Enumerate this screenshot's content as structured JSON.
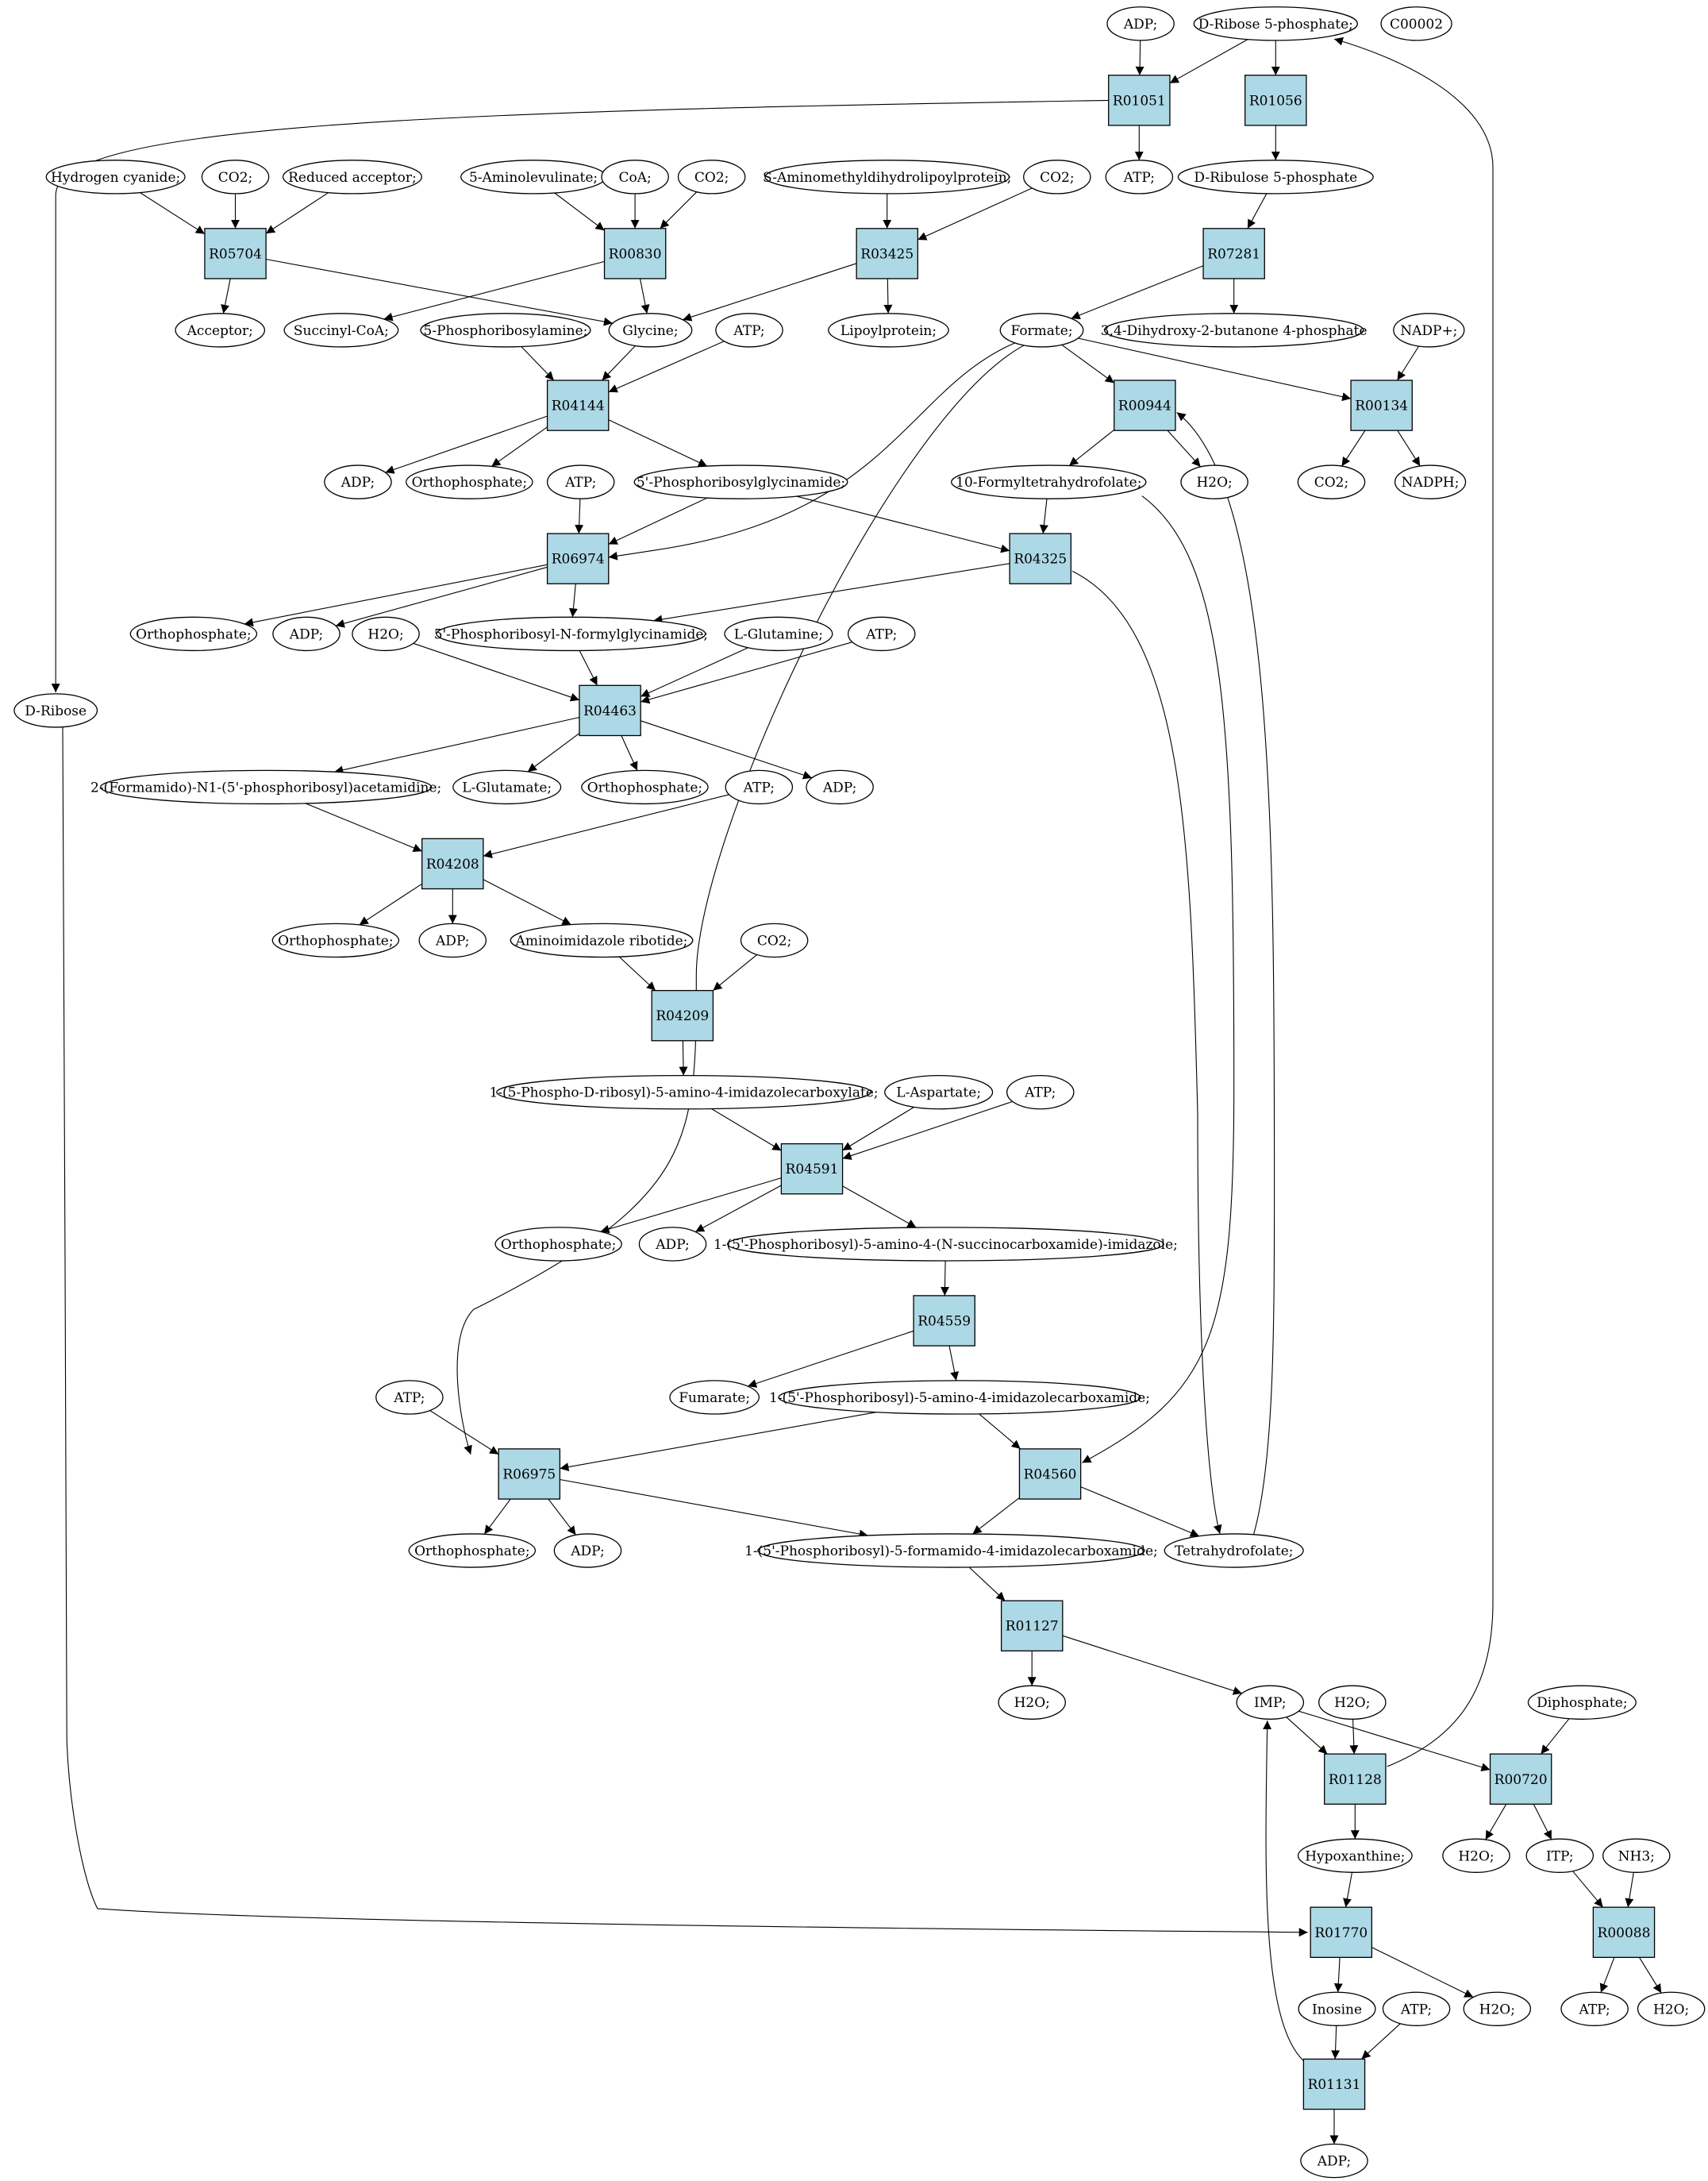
{
  "colors": {
    "reaction_fill": "#add8e6",
    "highlight_green": "#00ff00",
    "highlight_yellow": "#ffff00"
  },
  "nodes": [
    {
      "id": "adp_top",
      "label": "ADP;",
      "kind": "compound"
    },
    {
      "id": "r5p",
      "label": "D-Ribose 5-phosphate;",
      "kind": "compound",
      "color": "#00ff00"
    },
    {
      "id": "c00002",
      "label": "C00002",
      "kind": "compound",
      "color": "#ffff00"
    },
    {
      "id": "R01051",
      "label": "R01051",
      "kind": "reaction"
    },
    {
      "id": "R01056",
      "label": "R01056",
      "kind": "reaction"
    },
    {
      "id": "atp_r01051",
      "label": "ATP;",
      "kind": "compound"
    },
    {
      "id": "ribulose",
      "label": "D-Ribulose 5-phosphate",
      "kind": "compound"
    },
    {
      "id": "hcn",
      "label": "Hydrogen cyanide;",
      "kind": "compound"
    },
    {
      "id": "co2_a",
      "label": "CO2;",
      "kind": "compound"
    },
    {
      "id": "redacc",
      "label": "Reduced acceptor;",
      "kind": "compound"
    },
    {
      "id": "ala",
      "label": "5-Aminolevulinate;",
      "kind": "compound"
    },
    {
      "id": "coa",
      "label": "CoA;",
      "kind": "compound"
    },
    {
      "id": "co2_b",
      "label": "CO2;",
      "kind": "compound"
    },
    {
      "id": "smdl",
      "label": "S-Aminomethyldihydrolipoylprotein;",
      "kind": "compound"
    },
    {
      "id": "co2_c",
      "label": "CO2;",
      "kind": "compound"
    },
    {
      "id": "R05704",
      "label": "R05704",
      "kind": "reaction"
    },
    {
      "id": "R00830",
      "label": "R00830",
      "kind": "reaction"
    },
    {
      "id": "R03425",
      "label": "R03425",
      "kind": "reaction"
    },
    {
      "id": "R07281",
      "label": "R07281",
      "kind": "reaction"
    },
    {
      "id": "acceptor",
      "label": "Acceptor;",
      "kind": "compound"
    },
    {
      "id": "succoa",
      "label": "Succinyl-CoA;",
      "kind": "compound"
    },
    {
      "id": "pra",
      "label": "5-Phosphoribosylamine;",
      "kind": "compound"
    },
    {
      "id": "glycine",
      "label": "Glycine;",
      "kind": "compound"
    },
    {
      "id": "atp_r04144",
      "label": "ATP;",
      "kind": "compound"
    },
    {
      "id": "lipoyl",
      "label": "Lipoylprotein;",
      "kind": "compound"
    },
    {
      "id": "formate",
      "label": "Formate;",
      "kind": "compound"
    },
    {
      "id": "dhbp",
      "label": "3,4-Dihydroxy-2-butanone 4-phosphate",
      "kind": "compound"
    },
    {
      "id": "nadp",
      "label": "NADP+;",
      "kind": "compound"
    },
    {
      "id": "R04144",
      "label": "R04144",
      "kind": "reaction"
    },
    {
      "id": "R00944",
      "label": "R00944",
      "kind": "reaction"
    },
    {
      "id": "R00134",
      "label": "R00134",
      "kind": "reaction"
    },
    {
      "id": "adp_r04144",
      "label": "ADP;",
      "kind": "compound"
    },
    {
      "id": "pi_r04144",
      "label": "Orthophosphate;",
      "kind": "compound"
    },
    {
      "id": "atp_r06974",
      "label": "ATP;",
      "kind": "compound"
    },
    {
      "id": "gar",
      "label": "5'-Phosphoribosylglycinamide;",
      "kind": "compound"
    },
    {
      "id": "fthf",
      "label": "10-Formyltetrahydrofolate;",
      "kind": "compound"
    },
    {
      "id": "h2o_r00944",
      "label": "H2O;",
      "kind": "compound"
    },
    {
      "id": "co2_r00134",
      "label": "CO2;",
      "kind": "compound"
    },
    {
      "id": "nadph",
      "label": "NADPH;",
      "kind": "compound"
    },
    {
      "id": "R06974",
      "label": "R06974",
      "kind": "reaction"
    },
    {
      "id": "R04325",
      "label": "R04325",
      "kind": "reaction"
    },
    {
      "id": "pi_r06974",
      "label": "Orthophosphate;",
      "kind": "compound"
    },
    {
      "id": "adp_r06974",
      "label": "ADP;",
      "kind": "compound"
    },
    {
      "id": "h2o_r04463",
      "label": "H2O;",
      "kind": "compound"
    },
    {
      "id": "fgar",
      "label": "5'-Phosphoribosyl-N-formylglycinamide;",
      "kind": "compound"
    },
    {
      "id": "gln",
      "label": "L-Glutamine;",
      "kind": "compound"
    },
    {
      "id": "atp_r04463",
      "label": "ATP;",
      "kind": "compound"
    },
    {
      "id": "ribose",
      "label": "D-Ribose",
      "kind": "compound"
    },
    {
      "id": "R04463",
      "label": "R04463",
      "kind": "reaction"
    },
    {
      "id": "fgam",
      "label": "2-(Formamido)-N1-(5'-phosphoribosyl)acetamidine;",
      "kind": "compound"
    },
    {
      "id": "glu",
      "label": "L-Glutamate;",
      "kind": "compound"
    },
    {
      "id": "pi_r04463",
      "label": "Orthophosphate;",
      "kind": "compound"
    },
    {
      "id": "atp_r04208",
      "label": "ATP;",
      "kind": "compound"
    },
    {
      "id": "adp_r04463",
      "label": "ADP;",
      "kind": "compound"
    },
    {
      "id": "R04208",
      "label": "R04208",
      "kind": "reaction"
    },
    {
      "id": "pi_r04208",
      "label": "Orthophosphate;",
      "kind": "compound"
    },
    {
      "id": "adp_r04208",
      "label": "ADP;",
      "kind": "compound"
    },
    {
      "id": "air",
      "label": "Aminoimidazole ribotide;",
      "kind": "compound"
    },
    {
      "id": "co2_r04209",
      "label": "CO2;",
      "kind": "compound"
    },
    {
      "id": "R04209",
      "label": "R04209",
      "kind": "reaction"
    },
    {
      "id": "cair",
      "label": "1-(5-Phospho-D-ribosyl)-5-amino-4-imidazolecarboxylate;",
      "kind": "compound"
    },
    {
      "id": "asp",
      "label": "L-Aspartate;",
      "kind": "compound"
    },
    {
      "id": "atp_r04591",
      "label": "ATP;",
      "kind": "compound"
    },
    {
      "id": "R04591",
      "label": "R04591",
      "kind": "reaction"
    },
    {
      "id": "pi_r04591",
      "label": "Orthophosphate;",
      "kind": "compound"
    },
    {
      "id": "adp_r04591",
      "label": "ADP;",
      "kind": "compound"
    },
    {
      "id": "saicar",
      "label": "1-(5'-Phosphoribosyl)-5-amino-4-(N-succinocarboxamide)-imidazole;",
      "kind": "compound"
    },
    {
      "id": "R04559",
      "label": "R04559",
      "kind": "reaction"
    },
    {
      "id": "atp_r06975",
      "label": "ATP;",
      "kind": "compound"
    },
    {
      "id": "fumarate",
      "label": "Fumarate;",
      "kind": "compound"
    },
    {
      "id": "aicar",
      "label": "1-(5'-Phosphoribosyl)-5-amino-4-imidazolecarboxamide;",
      "kind": "compound"
    },
    {
      "id": "R06975",
      "label": "R06975",
      "kind": "reaction"
    },
    {
      "id": "R04560",
      "label": "R04560",
      "kind": "reaction"
    },
    {
      "id": "pi_r06975",
      "label": "Orthophosphate;",
      "kind": "compound"
    },
    {
      "id": "adp_r06975",
      "label": "ADP;",
      "kind": "compound"
    },
    {
      "id": "faicar",
      "label": "1-(5'-Phosphoribosyl)-5-formamido-4-imidazolecarboxamide;",
      "kind": "compound"
    },
    {
      "id": "thf",
      "label": "Tetrahydrofolate;",
      "kind": "compound"
    },
    {
      "id": "R01127",
      "label": "R01127",
      "kind": "reaction"
    },
    {
      "id": "h2o_r01127",
      "label": "H2O;",
      "kind": "compound"
    },
    {
      "id": "imp",
      "label": "IMP;",
      "kind": "compound"
    },
    {
      "id": "h2o_r01128",
      "label": "H2O;",
      "kind": "compound"
    },
    {
      "id": "ppi",
      "label": "Diphosphate;",
      "kind": "compound"
    },
    {
      "id": "R01128",
      "label": "R01128",
      "kind": "reaction"
    },
    {
      "id": "R00720",
      "label": "R00720",
      "kind": "reaction"
    },
    {
      "id": "hypox",
      "label": "Hypoxanthine;",
      "kind": "compound"
    },
    {
      "id": "h2o_r00720",
      "label": "H2O;",
      "kind": "compound"
    },
    {
      "id": "itp",
      "label": "ITP;",
      "kind": "compound"
    },
    {
      "id": "nh3",
      "label": "NH3;",
      "kind": "compound"
    },
    {
      "id": "R01770",
      "label": "R01770",
      "kind": "reaction"
    },
    {
      "id": "R00088",
      "label": "R00088",
      "kind": "reaction"
    },
    {
      "id": "inosine",
      "label": "Inosine",
      "kind": "compound"
    },
    {
      "id": "atp_r01131",
      "label": "ATP;",
      "kind": "compound"
    },
    {
      "id": "h2o_r01770",
      "label": "H2O;",
      "kind": "compound"
    },
    {
      "id": "atp_r00088",
      "label": "ATP;",
      "kind": "compound"
    },
    {
      "id": "h2o_r00088",
      "label": "H2O;",
      "kind": "compound"
    },
    {
      "id": "R01131",
      "label": "R01131",
      "kind": "reaction"
    },
    {
      "id": "adp_r01131",
      "label": "ADP;",
      "kind": "compound"
    }
  ],
  "edges": [
    [
      "adp_top",
      "R01051"
    ],
    [
      "r5p",
      "R01051"
    ],
    [
      "r5p",
      "R01056"
    ],
    [
      "R01051",
      "atp_r01051"
    ],
    [
      "R01051",
      "ribose"
    ],
    [
      "R01056",
      "ribulose"
    ],
    [
      "hcn",
      "R05704"
    ],
    [
      "co2_a",
      "R05704"
    ],
    [
      "redacc",
      "R05704"
    ],
    [
      "R05704",
      "acceptor"
    ],
    [
      "R05704",
      "glycine"
    ],
    [
      "ala",
      "R00830"
    ],
    [
      "coa",
      "R00830"
    ],
    [
      "co2_b",
      "R00830"
    ],
    [
      "R00830",
      "succoa"
    ],
    [
      "R00830",
      "glycine"
    ],
    [
      "smdl",
      "R03425"
    ],
    [
      "co2_c",
      "R03425"
    ],
    [
      "R03425",
      "lipoyl"
    ],
    [
      "R03425",
      "glycine"
    ],
    [
      "ribulose",
      "R07281"
    ],
    [
      "R07281",
      "formate"
    ],
    [
      "R07281",
      "dhbp"
    ],
    [
      "formate",
      "R00944"
    ],
    [
      "formate",
      "R00134"
    ],
    [
      "formate",
      "R06974"
    ],
    [
      "formate",
      "R06975"
    ],
    [
      "nadp",
      "R00134"
    ],
    [
      "R00134",
      "co2_r00134"
    ],
    [
      "R00134",
      "nadph"
    ],
    [
      "R00944",
      "fthf"
    ],
    [
      "R00944",
      "h2o_r00944"
    ],
    [
      "pra",
      "R04144"
    ],
    [
      "glycine",
      "R04144"
    ],
    [
      "atp_r04144",
      "R04144"
    ],
    [
      "R04144",
      "adp_r04144"
    ],
    [
      "R04144",
      "pi_r04144"
    ],
    [
      "R04144",
      "gar"
    ],
    [
      "atp_r06974",
      "R06974"
    ],
    [
      "gar",
      "R06974"
    ],
    [
      "gar",
      "R04325"
    ],
    [
      "fthf",
      "R04325"
    ],
    [
      "fthf",
      "R04560"
    ],
    [
      "R06974",
      "pi_r06974"
    ],
    [
      "R06974",
      "adp_r06974"
    ],
    [
      "R06974",
      "fgar"
    ],
    [
      "R04325",
      "fgar"
    ],
    [
      "R04325",
      "thf"
    ],
    [
      "fgar",
      "R04463"
    ],
    [
      "h2o_r04463",
      "R04463"
    ],
    [
      "gln",
      "R04463"
    ],
    [
      "atp_r04463",
      "R04463"
    ],
    [
      "R04463",
      "fgam"
    ],
    [
      "R04463",
      "glu"
    ],
    [
      "R04463",
      "pi_r04463"
    ],
    [
      "R04463",
      "adp_r04463"
    ],
    [
      "fgam",
      "R04208"
    ],
    [
      "atp_r04208",
      "R04208"
    ],
    [
      "R04208",
      "pi_r04208"
    ],
    [
      "R04208",
      "adp_r04208"
    ],
    [
      "R04208",
      "air"
    ],
    [
      "air",
      "R04209"
    ],
    [
      "co2_r04209",
      "R04209"
    ],
    [
      "R04209",
      "cair"
    ],
    [
      "cair",
      "R04591"
    ],
    [
      "asp",
      "R04591"
    ],
    [
      "atp_r04591",
      "R04591"
    ],
    [
      "R04591",
      "pi_r04591"
    ],
    [
      "R04591",
      "adp_r04591"
    ],
    [
      "R04591",
      "saicar"
    ],
    [
      "saicar",
      "R04559"
    ],
    [
      "R04559",
      "fumarate"
    ],
    [
      "R04559",
      "aicar"
    ],
    [
      "atp_r06975",
      "R06975"
    ],
    [
      "aicar",
      "R06975"
    ],
    [
      "aicar",
      "R04560"
    ],
    [
      "R06975",
      "pi_r06975"
    ],
    [
      "R06975",
      "adp_r06975"
    ],
    [
      "R06975",
      "faicar"
    ],
    [
      "R04560",
      "faicar"
    ],
    [
      "R04560",
      "thf"
    ],
    [
      "thf",
      "R00944"
    ],
    [
      "faicar",
      "R01127"
    ],
    [
      "R01127",
      "h2o_r01127"
    ],
    [
      "R01127",
      "imp"
    ],
    [
      "imp",
      "R01128"
    ],
    [
      "h2o_r01128",
      "R01128"
    ],
    [
      "imp",
      "R00720"
    ],
    [
      "ppi",
      "R00720"
    ],
    [
      "R01128",
      "r5p"
    ],
    [
      "R01128",
      "hypox"
    ],
    [
      "R00720",
      "h2o_r00720"
    ],
    [
      "R00720",
      "itp"
    ],
    [
      "itp",
      "R00088"
    ],
    [
      "nh3",
      "R00088"
    ],
    [
      "R00088",
      "atp_r00088"
    ],
    [
      "R00088",
      "h2o_r00088"
    ],
    [
      "hypox",
      "R01770"
    ],
    [
      "ribose",
      "R01770"
    ],
    [
      "R01770",
      "inosine"
    ],
    [
      "R01770",
      "h2o_r01770"
    ],
    [
      "inosine",
      "R01131"
    ],
    [
      "atp_r01131",
      "R01131"
    ],
    [
      "R01131",
      "imp"
    ],
    [
      "R01131",
      "adp_r01131"
    ]
  ]
}
